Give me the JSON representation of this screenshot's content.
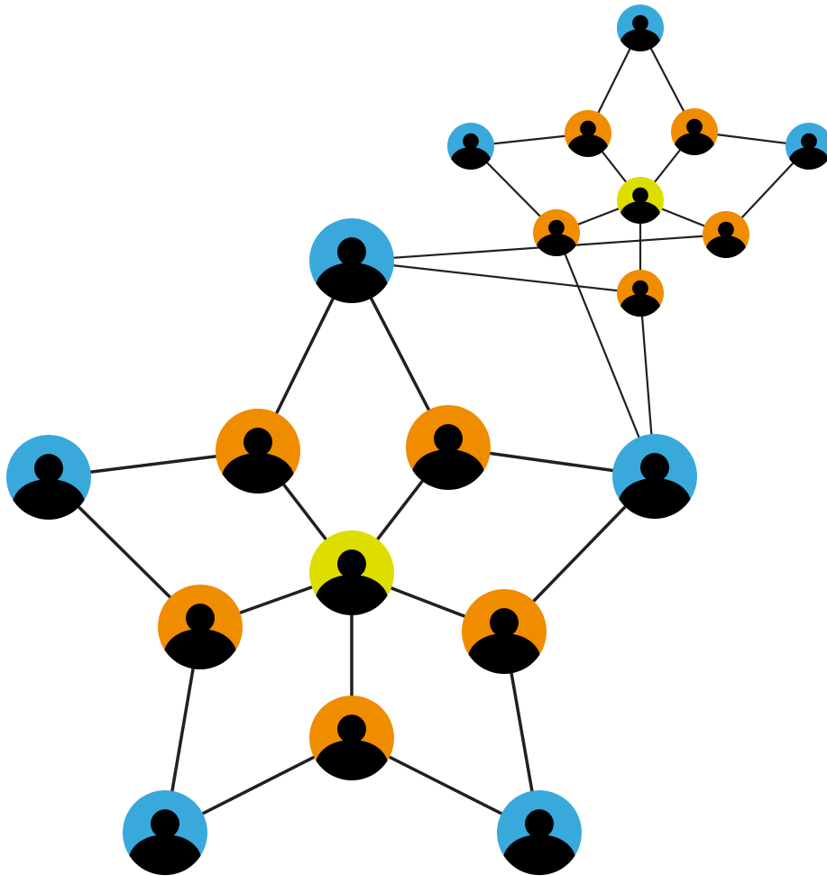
{
  "colors": {
    "background": "#ffffff",
    "link": "#231f20",
    "person_silhouette": "#000000",
    "hub": "#dddd00",
    "connector": "#f08c00",
    "outer": "#39a9dc"
  },
  "icons": {
    "person": "person-icon"
  },
  "clusters": [
    {
      "name": "large-cluster",
      "nodes": [
        {
          "id": "L0",
          "role": "hub",
          "icon": "person-icon"
        },
        {
          "id": "L1",
          "role": "connector",
          "icon": "person-icon"
        },
        {
          "id": "L2",
          "role": "connector",
          "icon": "person-icon"
        },
        {
          "id": "L3",
          "role": "connector",
          "icon": "person-icon"
        },
        {
          "id": "L4",
          "role": "connector",
          "icon": "person-icon"
        },
        {
          "id": "L5",
          "role": "connector",
          "icon": "person-icon"
        },
        {
          "id": "L6",
          "role": "outer",
          "icon": "person-icon"
        },
        {
          "id": "L7",
          "role": "outer",
          "icon": "person-icon"
        },
        {
          "id": "L8",
          "role": "outer",
          "icon": "person-icon"
        },
        {
          "id": "L9",
          "role": "outer",
          "icon": "person-icon"
        },
        {
          "id": "L10",
          "role": "outer",
          "icon": "person-icon"
        }
      ],
      "links": [
        [
          "L0",
          "L1"
        ],
        [
          "L0",
          "L2"
        ],
        [
          "L0",
          "L3"
        ],
        [
          "L0",
          "L4"
        ],
        [
          "L0",
          "L5"
        ],
        [
          "L1",
          "L6"
        ],
        [
          "L1",
          "L10"
        ],
        [
          "L2",
          "L6"
        ],
        [
          "L2",
          "L7"
        ],
        [
          "L3",
          "L7"
        ],
        [
          "L3",
          "L8"
        ],
        [
          "L4",
          "L8"
        ],
        [
          "L4",
          "L9"
        ],
        [
          "L5",
          "L9"
        ],
        [
          "L5",
          "L10"
        ]
      ]
    },
    {
      "name": "small-cluster",
      "nodes": [
        {
          "id": "S0",
          "role": "hub",
          "icon": "person-icon"
        },
        {
          "id": "S1",
          "role": "connector",
          "icon": "person-icon"
        },
        {
          "id": "S2",
          "role": "connector",
          "icon": "person-icon"
        },
        {
          "id": "S3",
          "role": "connector",
          "icon": "person-icon"
        },
        {
          "id": "S4",
          "role": "connector",
          "icon": "person-icon"
        },
        {
          "id": "S5",
          "role": "connector",
          "icon": "person-icon"
        },
        {
          "id": "S6",
          "role": "outer",
          "icon": "person-icon"
        },
        {
          "id": "S7",
          "role": "outer",
          "icon": "person-icon"
        },
        {
          "id": "S8",
          "role": "outer",
          "icon": "person-icon"
        },
        {
          "id": "S9",
          "role": "outer",
          "icon": "person-icon"
        },
        {
          "id": "S10",
          "role": "outer",
          "icon": "person-icon"
        }
      ],
      "links": [
        [
          "S0",
          "S1"
        ],
        [
          "S0",
          "S2"
        ],
        [
          "S0",
          "S3"
        ],
        [
          "S0",
          "S4"
        ],
        [
          "S0",
          "S5"
        ],
        [
          "S1",
          "S6"
        ],
        [
          "S1",
          "S10"
        ],
        [
          "S2",
          "S6"
        ],
        [
          "S2",
          "S7"
        ],
        [
          "S3",
          "S7"
        ],
        [
          "S3",
          "S8"
        ],
        [
          "S4",
          "S8"
        ],
        [
          "S4",
          "S9"
        ],
        [
          "S5",
          "S9"
        ],
        [
          "S5",
          "S10"
        ]
      ]
    }
  ],
  "shared_nodes": [
    [
      "L6",
      "S8"
    ],
    [
      "L7",
      "S9"
    ]
  ]
}
